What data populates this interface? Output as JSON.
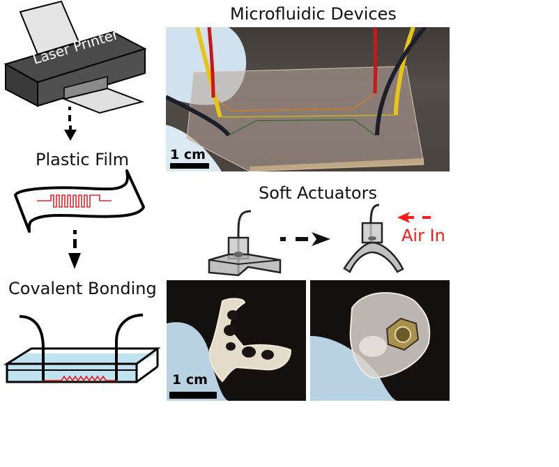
{
  "figure": {
    "left_column": {
      "steps": [
        {
          "label": "Laser Printer",
          "icon": "laser-printer"
        },
        {
          "label": "Plastic Film",
          "icon": "plastic-film-with-channel"
        },
        {
          "label": "Covalent Bonding",
          "icon": "bonded-device"
        }
      ]
    },
    "right_column": {
      "microfluidic": {
        "title": "Microfluidic Devices",
        "scale_bar": "1 cm"
      },
      "actuators": {
        "title": "Soft Actuators",
        "air_label": "Air In",
        "scale_bar": "1 cm"
      }
    },
    "colors": {
      "printer_body": "#4a4a4a",
      "channel_red": "#e8202a",
      "air_red": "#ff1a1a",
      "device_fill": "#bfe3f0",
      "photo_bg_dark": "#1a1512"
    }
  }
}
